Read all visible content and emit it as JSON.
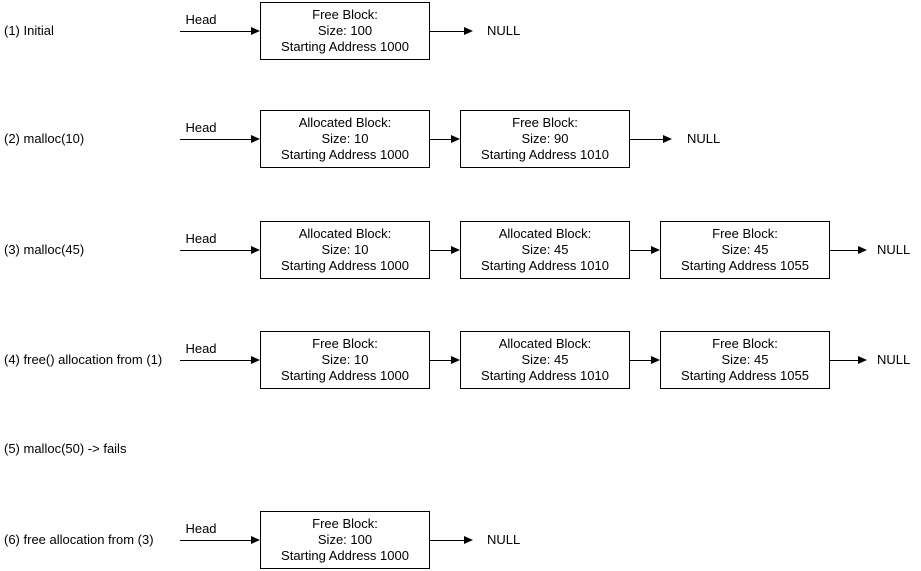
{
  "labels": {
    "head": "Head",
    "null": "NULL"
  },
  "colors": {
    "stroke": "#000000",
    "text": "#000000",
    "background": "#ffffff"
  },
  "rows": [
    {
      "label": "(1) Initial",
      "blocks": [
        {
          "lines": [
            "Free Block:",
            "Size: 100",
            "Starting Address 1000"
          ]
        }
      ]
    },
    {
      "label": "(2) malloc(10)",
      "blocks": [
        {
          "lines": [
            "Allocated Block:",
            "Size: 10",
            "Starting Address 1000"
          ]
        },
        {
          "lines": [
            "Free Block:",
            "Size: 90",
            "Starting Address 1010"
          ]
        }
      ]
    },
    {
      "label": "(3) malloc(45)",
      "blocks": [
        {
          "lines": [
            "Allocated Block:",
            "Size: 10",
            "Starting Address 1000"
          ]
        },
        {
          "lines": [
            "Allocated Block:",
            "Size: 45",
            "Starting Address 1010"
          ]
        },
        {
          "lines": [
            "Free Block:",
            "Size: 45",
            "Starting Address 1055"
          ]
        }
      ]
    },
    {
      "label": "(4) free() allocation from (1)",
      "blocks": [
        {
          "lines": [
            "Free Block:",
            "Size: 10",
            "Starting Address 1000"
          ]
        },
        {
          "lines": [
            "Allocated Block:",
            "Size: 45",
            "Starting Address 1010"
          ]
        },
        {
          "lines": [
            "Free Block:",
            "Size: 45",
            "Starting Address 1055"
          ]
        }
      ]
    },
    {
      "label": "(5) malloc(50) -> fails",
      "blocks": []
    },
    {
      "label": "(6) free allocation from (3)",
      "blocks": [
        {
          "lines": [
            "Free Block:",
            "Size: 100",
            "Starting Address 1000"
          ]
        }
      ]
    }
  ]
}
